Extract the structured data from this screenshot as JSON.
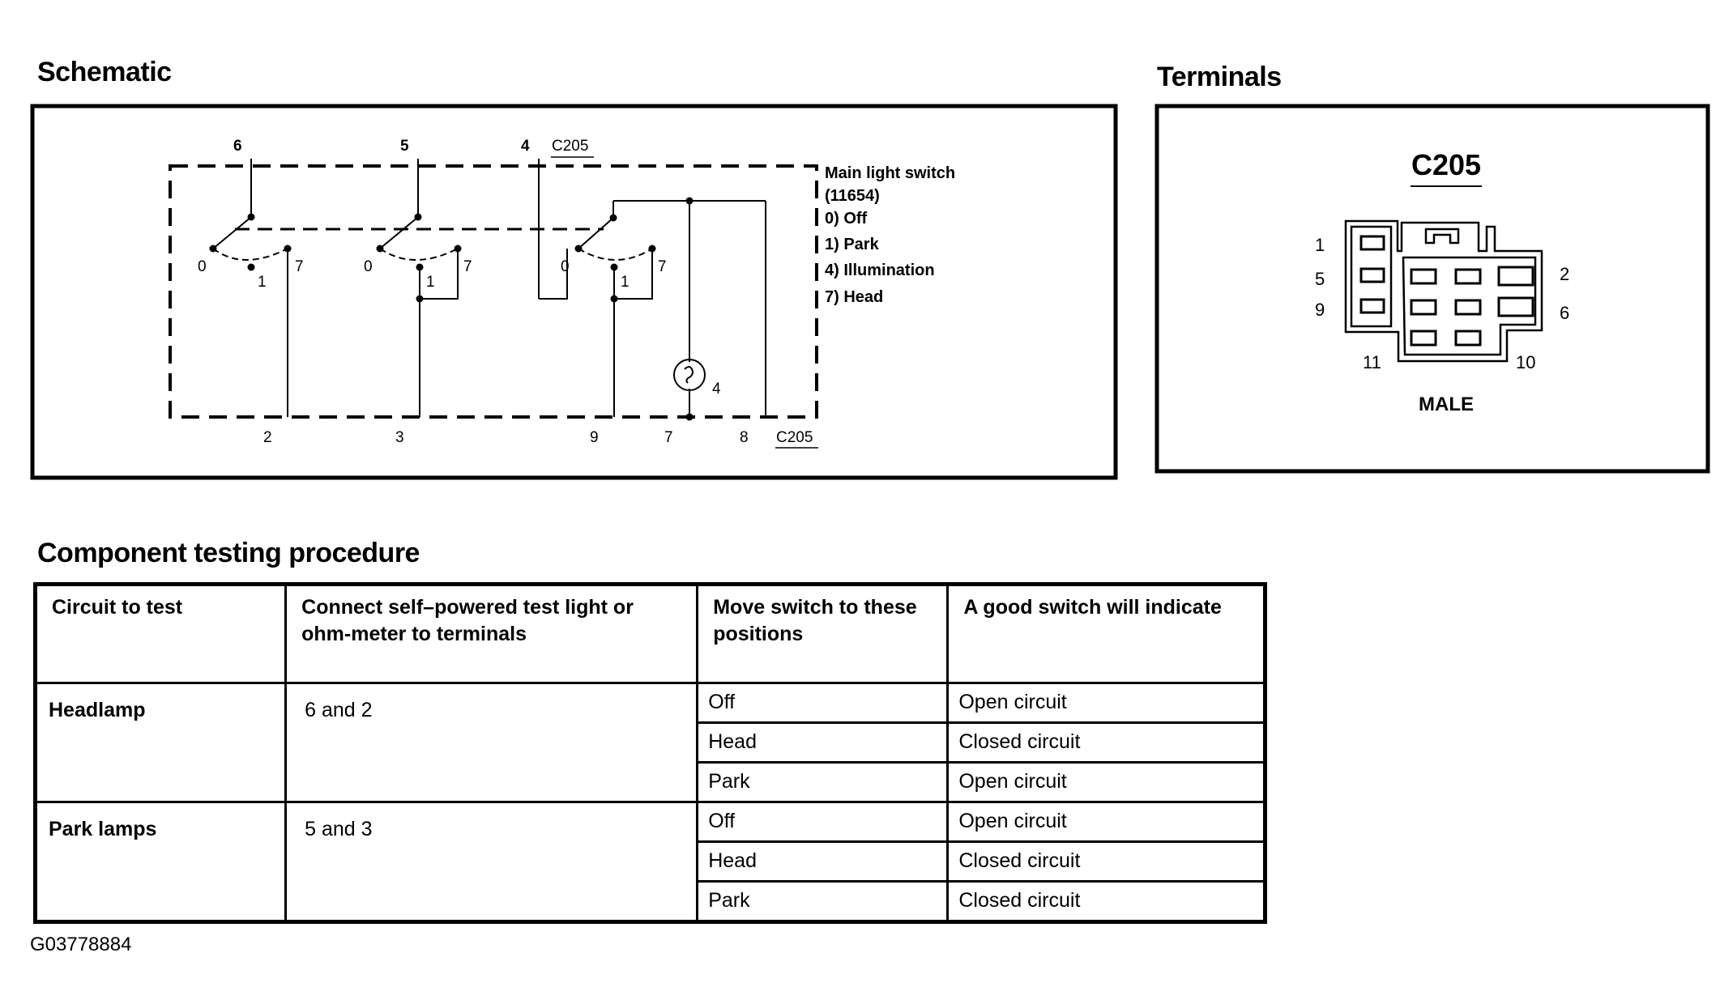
{
  "schematic": {
    "title": "Schematic",
    "switch_label_title": "Main light switch",
    "switch_label_part": "(11654)",
    "positions": [
      "0)  Off",
      "1)  Park",
      "4)  Illumination",
      "7)  Head"
    ],
    "top_terminals": [
      "6",
      "5",
      "4"
    ],
    "top_connector": "C205",
    "bottom_terminals": [
      "2",
      "3",
      "9",
      "7",
      "8"
    ],
    "bottom_connector": "C205",
    "switch_pos_labels": [
      "0",
      "1",
      "7"
    ],
    "lamp_label": "4"
  },
  "terminals": {
    "title": "Terminals",
    "connector": "C205",
    "pins_left": [
      "1",
      "5",
      "9"
    ],
    "pins_right": [
      "2",
      "6"
    ],
    "pins_bottom": [
      "11",
      "10"
    ],
    "gender": "MALE"
  },
  "procedure": {
    "title": "Component testing procedure",
    "headers": [
      "Circuit to test",
      "Connect self–powered test light or ohm-meter to terminals",
      "Move switch to these positions",
      "A good switch will indicate"
    ],
    "groups": [
      {
        "circuit": "Headlamp",
        "terminals": "6 and 2",
        "rows": [
          {
            "position": "Off",
            "result": "Open circuit"
          },
          {
            "position": "Head",
            "result": "Closed circuit"
          },
          {
            "position": "Park",
            "result": "Open circuit"
          }
        ]
      },
      {
        "circuit": "Park lamps",
        "terminals": "5 and 3",
        "rows": [
          {
            "position": "Off",
            "result": "Open circuit"
          },
          {
            "position": "Head",
            "result": "Closed circuit"
          },
          {
            "position": "Park",
            "result": "Closed circuit"
          }
        ]
      }
    ]
  },
  "figure_id": "G03778884"
}
